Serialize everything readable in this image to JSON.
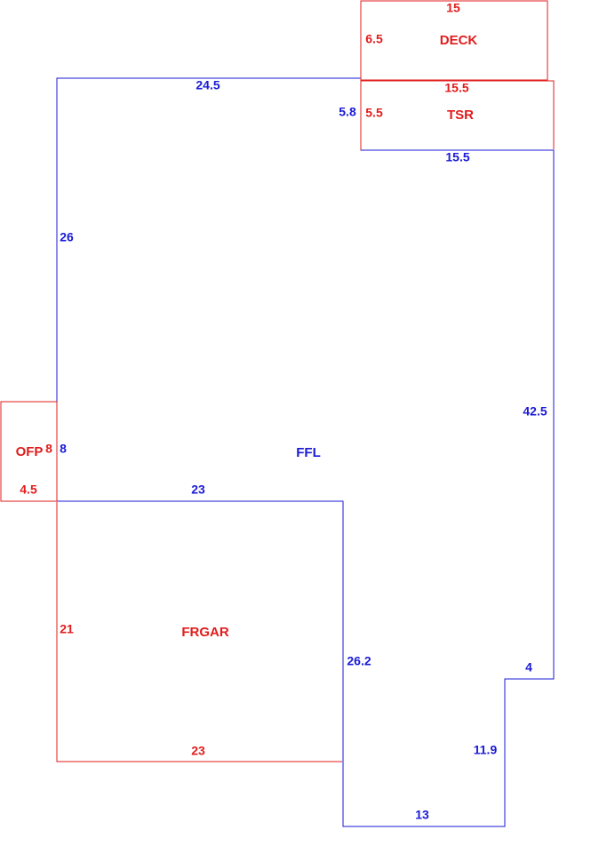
{
  "colors": {
    "main": "#1a1ad6",
    "addition": "#e21c1c"
  },
  "areas": {
    "ffl": {
      "label": "FFL",
      "dims": {
        "top": "24.5",
        "left": "26",
        "notch_top": "15.5",
        "notch_side": "5.8",
        "right": "42.5",
        "step": "4",
        "lower_right": "11.9",
        "bottom": "13",
        "mid_vertical": "26.2",
        "mid_top": "23",
        "ofp_side": "8"
      }
    },
    "deck": {
      "label": "DECK",
      "dims": {
        "top": "15",
        "side": "6.5"
      }
    },
    "tsr": {
      "label": "TSR",
      "dims": {
        "top": "15.5",
        "side": "5.5"
      }
    },
    "ofp": {
      "label": "OFP",
      "dims": {
        "side": "8",
        "bottom": "4.5"
      }
    },
    "frgar": {
      "label": "FRGAR",
      "dims": {
        "side": "21",
        "bottom": "23"
      }
    }
  }
}
